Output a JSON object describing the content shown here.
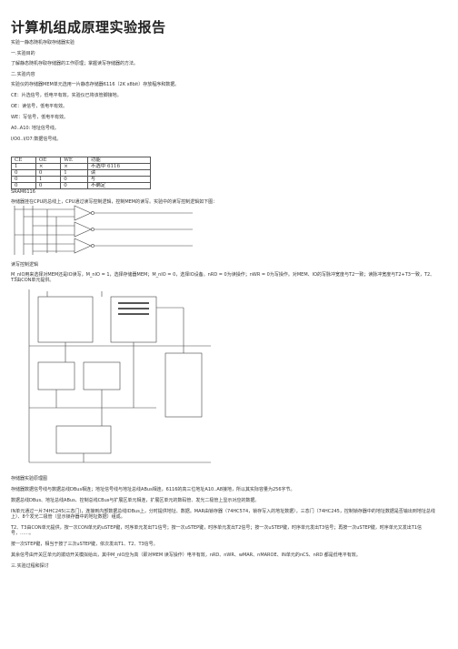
{
  "title": "计算机组成原理实验报告",
  "lines": {
    "subtitle": "实验一静态随机存取存储器实验",
    "sec1": "一.实验目的",
    "goal": "了解静态随机存取存储器的工作原理；掌握读写存储器的方法。",
    "sec2": "二.实验内容",
    "intro": "实验仪的存储器MEM单元选用一片静态存储器6116（2K x8bit）存放程序和数据。",
    "ce": "CE：片选信号，低电平有效，实验仪已将该管脚接地。",
    "oe": "OE：读信号，低电平有效。",
    "we": "WE：写信号，低电平有效。",
    "addr": "A0..A10: 地址信号线。",
    "io": "I/O0..I/O7:数据信号线。",
    "sram": "SRAM6116",
    "logic": "存储器挂在CPU的总线上，CPU通过读写控制逻辑，控制MEM的读写。实验中的读写控制逻辑如下图：",
    "cap1": "读写控制逻辑",
    "desc1": "M_nIO用来选择对MEM还是IO读写，M_nIO = 1，选择存储器MEM；M_nIO = 0，选择IO设备。nRD = 0为读操作；nWR = 0为写操作。对MEM、IO的写脉冲宽度与T2一致；读脉冲宽度与T2+T3一致，T2、T3由CON单元提供。",
    "cap2": "存储器实验原理图",
    "desc2": "存储器数据信号线与数据总线DBus相连；地址信号线与地址总线ABus相连，6116的高三位地址A10..A8接地，所以其实际容量为256字节。",
    "desc3": "数据总线DBus、地址总线ABus、控制总线CBus与扩展区单元相连，扩展区单元的数码管、发光二极管上显示对应的数据。",
    "desc4": "IN单元通过一片74HC245(三态门)，连接到内部数据总线IDBus上，分时提供地址、数据。MAR由锁存器（74HC574，锁存写入的地址数据），三态门（74HC245，控制锁存器中的地址数据是否输出到地址总线上）、8个发光二极管（显示锁存器中的地址数据）组成。",
    "desc5": "T2、T3由CON单元提供，按一次CON单元的uSTEP键，时序单元发出T1信号；按一次uSTEP键，时序单元发出T2信号；按一次uSTEP键，时序单元发出T3信号；再按一次uSTEP键，时序单元又发出T1信号，……。",
    "desc6": "按一次STEP键，相当于按了三次uSTEP键，依次发出T1、T2、T3信号。",
    "desc7": "其余信号由开关区单元的拨动开关模拟给出，其中M_nIO应为高（即对MEM 读写操作）电平有效，nRD、nWR、wMAR、nMAROE、IN单元的nCS、nRD 都是低电平有效。",
    "sec3": "三.实验过程和探讨"
  },
  "truth_table": {
    "headers": [
      "CE",
      "OE",
      "WE",
      "功能"
    ],
    "rows": [
      [
        "1",
        "×",
        "×",
        "不选中 6116"
      ],
      [
        "0",
        "0",
        "1",
        "读"
      ],
      [
        "0",
        "1",
        "0",
        "写"
      ],
      [
        "0",
        "0",
        "0",
        "不确定"
      ]
    ]
  }
}
